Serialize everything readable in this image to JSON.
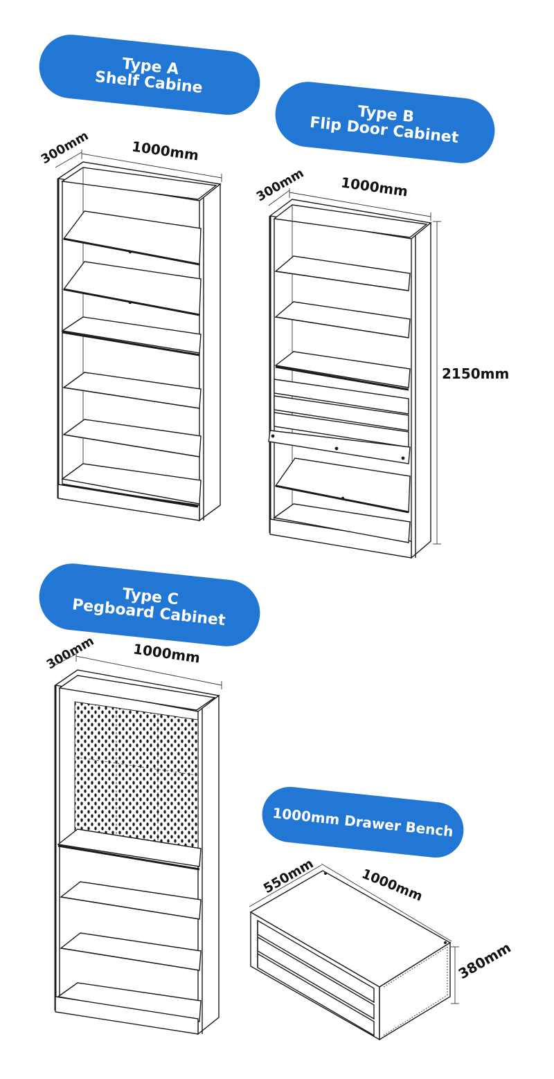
{
  "type_a": {
    "line1": "Type A",
    "line2": "Shelf Cabine",
    "depth": "300mm",
    "width": "1000mm"
  },
  "type_b": {
    "line1": "Type B",
    "line2": "Flip Door Cabinet",
    "depth": "300mm",
    "width": "1000mm",
    "height": "2150mm"
  },
  "type_c": {
    "line1": "Type C",
    "line2": "Pegboard Cabinet",
    "depth": "300mm",
    "width": "1000mm"
  },
  "bench": {
    "title": "1000mm Drawer Bench",
    "depth": "550mm",
    "width": "1000mm",
    "height": "380mm"
  },
  "colors": {
    "pill": "#2277d4",
    "pill_text": "#ffffff",
    "line": "#1a1a1a"
  }
}
